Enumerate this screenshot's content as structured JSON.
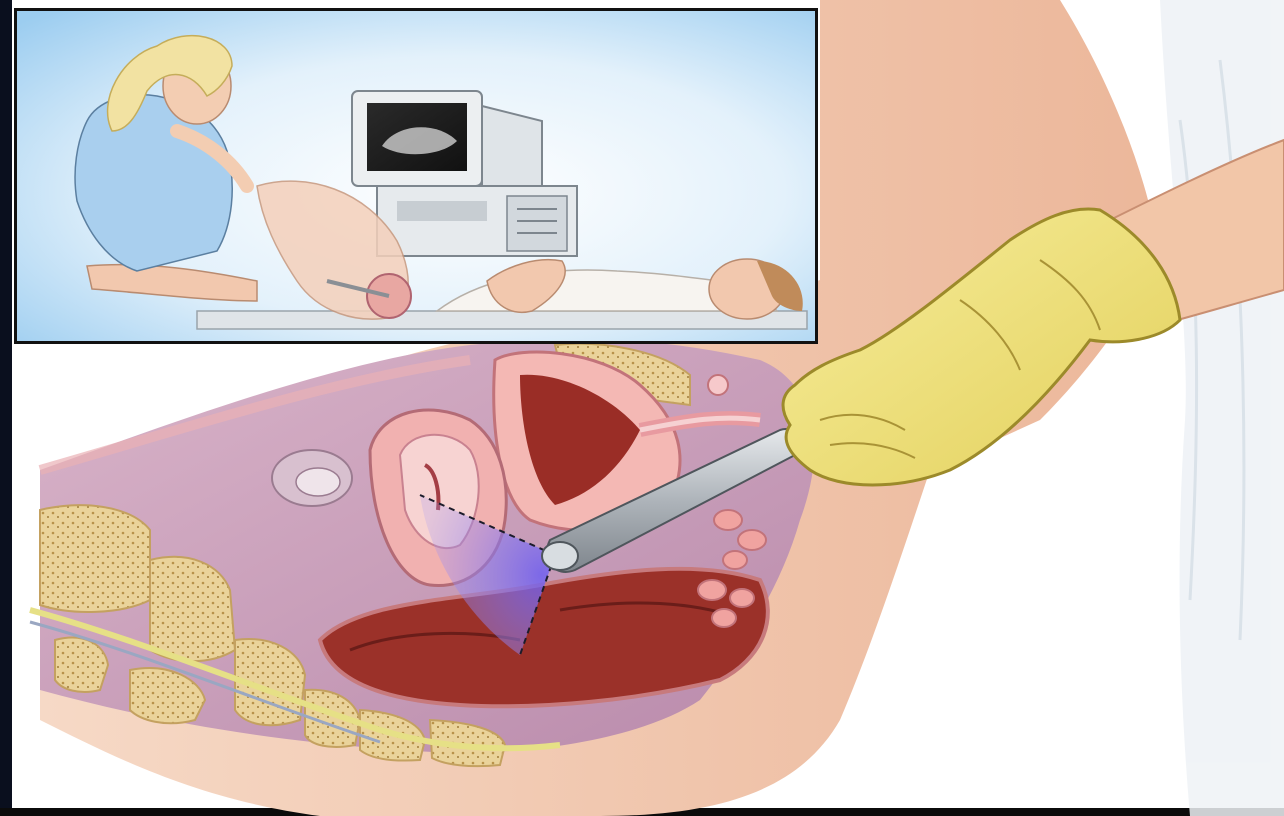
{
  "image": {
    "kind": "medical-illustration",
    "subject": "transvaginal-ultrasound-procedure",
    "panels": {
      "inset": {
        "scene": "patient-on-exam-table-with-sonographer-and-ultrasound-monitor"
      },
      "main": {
        "scene": "sagittal-pelvic-cross-section-with-transducer-and-gloved-hand"
      }
    },
    "colors": {
      "background": "#ffffff",
      "outer_border": "#000000",
      "inset_sky": "#a9d4f2",
      "skin": "#f2c4a6",
      "tissue_purple": "#c39ab8",
      "uterus_wall": "#f0a8a6",
      "uterus_cavity": "#8b2a22",
      "bowel": "#a33a34",
      "bone": "#e8cf96",
      "glove": "#f0e27a",
      "probe": "#b9bec4",
      "sound_beam": "#8a7ce0",
      "gown": "#dfe6ee"
    }
  }
}
